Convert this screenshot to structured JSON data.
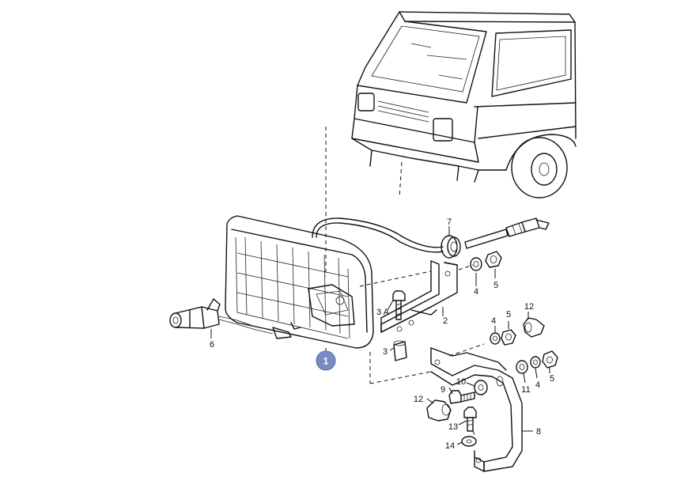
{
  "diagram": {
    "labels": {
      "p1": "1",
      "p2": "2",
      "p3": "3",
      "p3a": "3 A",
      "p4a": "4",
      "p4b": "4",
      "p4c": "4",
      "p5a": "5",
      "p5b": "5",
      "p5c": "5",
      "p6": "6",
      "p7": "7",
      "p8": "8",
      "p9": "9",
      "p10": "10",
      "p11": "11",
      "p12a": "12",
      "p12b": "12",
      "p13": "13",
      "p14": "14"
    },
    "callout_color": "#7a8bc4"
  }
}
